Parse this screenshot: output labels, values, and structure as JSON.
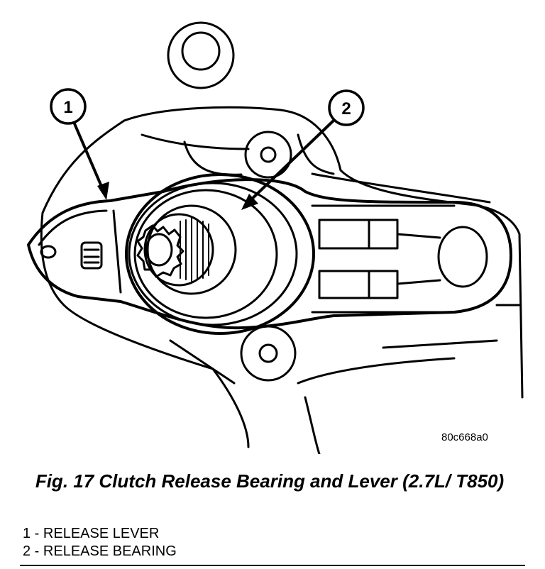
{
  "figure": {
    "id": "80c668a0",
    "caption": "Fig. 17 Clutch Release Bearing and Lever (2.7L/ T850)"
  },
  "callouts": [
    {
      "number": "1",
      "label": "RELEASE LEVER"
    },
    {
      "number": "2",
      "label": "RELEASE BEARING"
    }
  ],
  "legend": [
    {
      "number": "1",
      "separator": " - ",
      "label": "RELEASE LEVER"
    },
    {
      "number": "2",
      "separator": " - ",
      "label": "RELEASE BEARING"
    }
  ]
}
